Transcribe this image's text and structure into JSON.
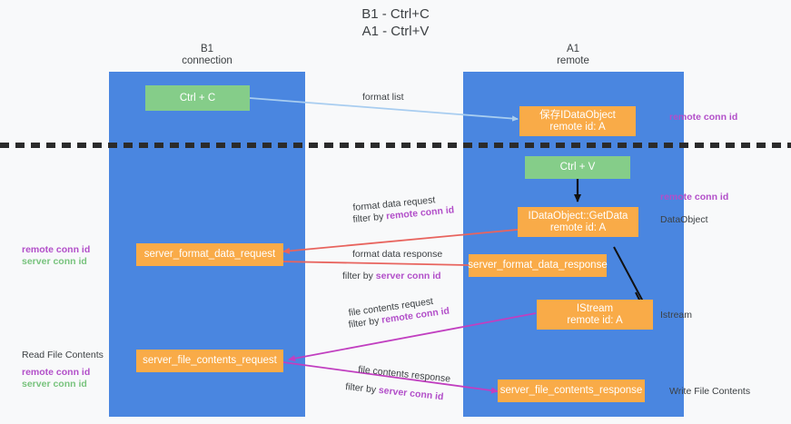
{
  "title": {
    "line1": "B1 - Ctrl+C",
    "line2": "A1 - Ctrl+V"
  },
  "columns": [
    {
      "name": "B1",
      "sub": "connection"
    },
    {
      "name": "A1",
      "sub": "remote"
    }
  ],
  "boxes": {
    "ctrl_c": {
      "label": "Ctrl + C"
    },
    "save_dataobject": {
      "line1": "保存IDataObject",
      "line2": "remote id: A"
    },
    "ctrl_v": {
      "label": "Ctrl + V"
    },
    "getdata": {
      "line1": "IDataObject::GetData",
      "line2": "remote id: A"
    },
    "server_format_data_request": {
      "label": "server_format_data_request"
    },
    "server_format_data_response": {
      "label": "server_format_data_response"
    },
    "istream": {
      "line1": "IStream",
      "line2": "remote id: A"
    },
    "server_file_contents_request": {
      "label": "server_file_contents_request"
    },
    "server_file_contents_response": {
      "label": "server_file_contents_response"
    }
  },
  "edges": {
    "format_list": "format list",
    "format_data_request": "format data request",
    "filter_by_1_prefix": "filter by ",
    "filter_by_1_key": "remote conn id",
    "format_data_response": "format data response",
    "filter_by_2_prefix": "filter by ",
    "filter_by_2_key": "server conn id",
    "file_contents_request": "file contents request",
    "filter_by_3_prefix": "filter by ",
    "filter_by_3_key": "remote conn id",
    "file_contents_response": "file contents response",
    "filter_by_4_prefix": "filter by ",
    "filter_by_4_key": "server conn id"
  },
  "annotations": {
    "right_top_remote_conn_id": "remote conn id",
    "right_mid_remote_conn_id": "remote conn id",
    "right_dataobject": "DataObject",
    "right_istream": "Istream",
    "right_write_file_contents": "Write File Contents",
    "left_remote_conn_id": "remote conn id",
    "left_server_conn_id": "server conn id",
    "left_read_file_contents": "Read File Contents",
    "left_bottom_remote_conn_id": "remote conn id",
    "left_bottom_server_conn_id": "server conn id"
  },
  "colors": {
    "lane": "#4a86e0",
    "green_box": "#85cd89",
    "orange_box": "#f9ab48",
    "purple_text": "#b24fc9",
    "green_text": "#78c37d",
    "blue_arrow": "#a8cdf0",
    "red_arrow": "#e8645e",
    "magenta_arrow": "#c13fc0",
    "black_arrow": "#000000",
    "background": "#f8f9fa"
  }
}
